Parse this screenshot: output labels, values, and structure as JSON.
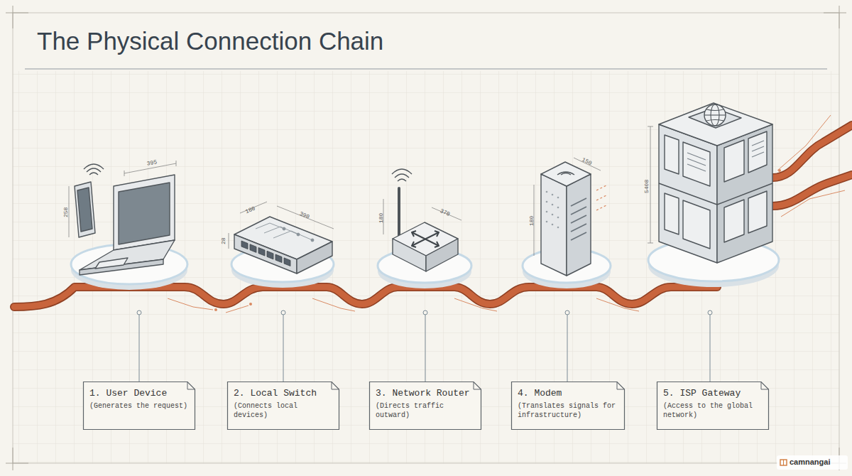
{
  "diagram": {
    "title": "The Physical Connection Chain",
    "nodes": [
      {
        "text": [
          "1. User Device",
          "(Generates the request)"
        ]
      },
      {
        "text": [
          "2. Local Switch",
          "(Connects local devices)"
        ]
      },
      {
        "text": [
          "3. Network Router",
          "(Directs traffic outward)"
        ]
      },
      {
        "text": [
          "4. Modem",
          "(Translates signals for infrastructure)"
        ]
      },
      {
        "text": [
          "5. ISP Gateway",
          "(Access to the global network)"
        ]
      }
    ],
    "labels": [
      "258",
      "395",
      "180",
      "390",
      "28",
      "180",
      "370",
      "150",
      "180",
      "5408",
      "camnangai"
    ]
  }
}
